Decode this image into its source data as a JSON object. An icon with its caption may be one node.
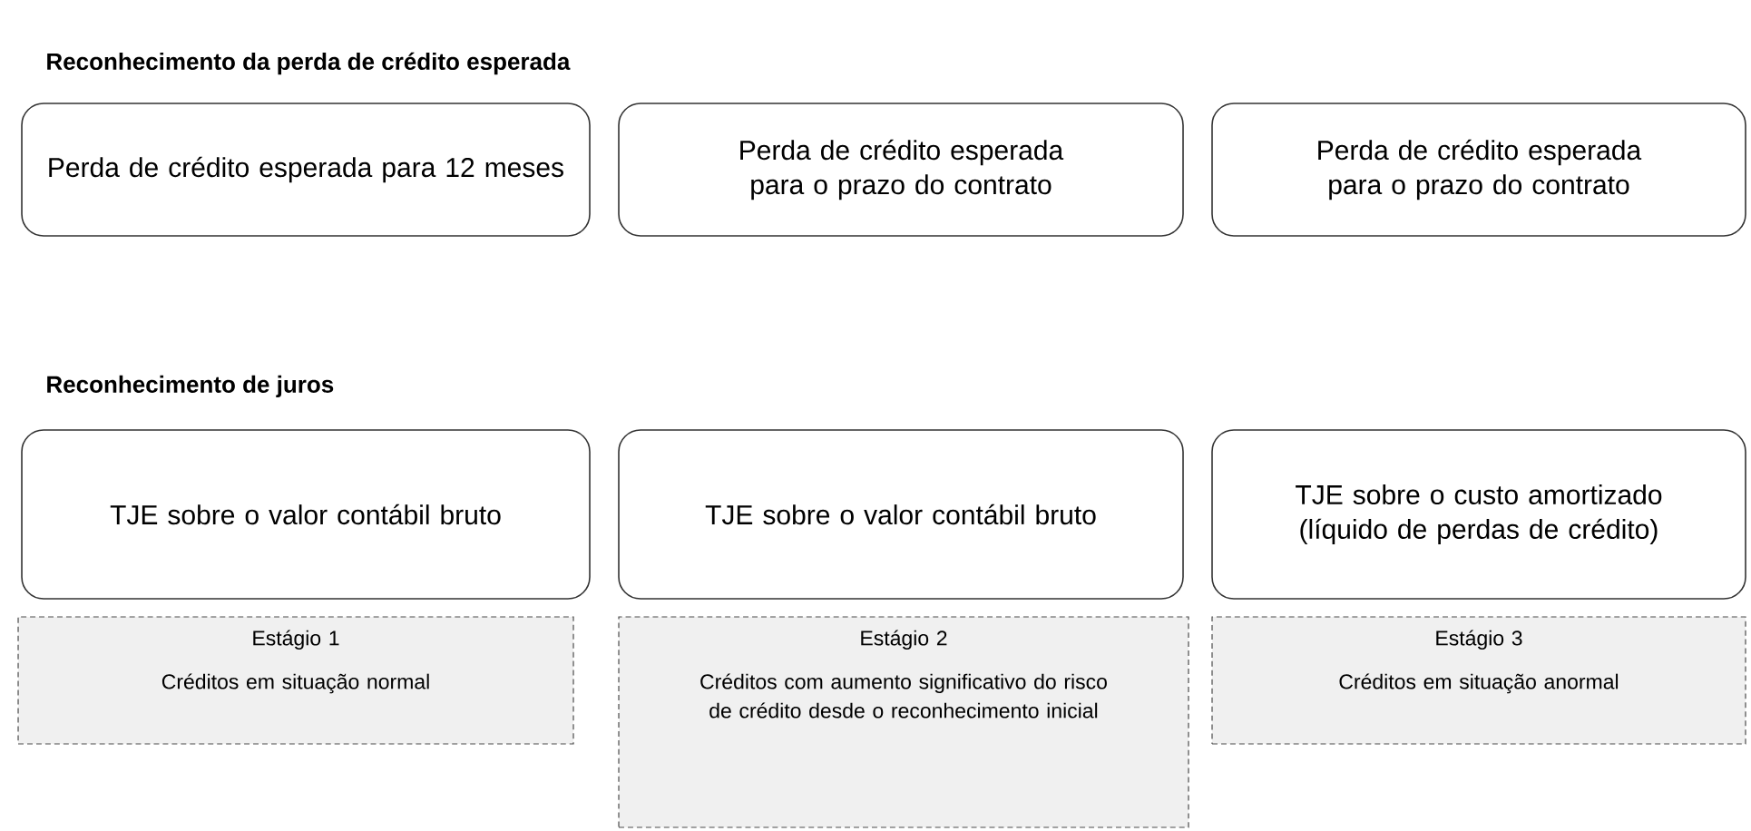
{
  "diagram": {
    "nodes": [
      {
        "text": [
          "Perda de crédito esperada para 12 meses"
        ]
      },
      {
        "text": [
          "Perda de crédito esperada para o prazo do contrato"
        ]
      },
      {
        "text": [
          "Perda de crédito esperada para o prazo do contrato"
        ]
      },
      {
        "text": [
          "TJE sobre o valor contábil bruto"
        ]
      },
      {
        "text": [
          "TJE sobre o valor contábil bruto"
        ]
      },
      {
        "text": [
          "TJE sobre o custo amortizado (líquido de perdas de crédito)"
        ]
      },
      {
        "text": [
          "Estágio 1",
          "Créditos em situação normal"
        ]
      },
      {
        "text": [
          "Estágio 2",
          "Créditos com aumento significativo do risco de crédito desde o reconhecimento inicial"
        ]
      },
      {
        "text": [
          "Estágio 3",
          "Créditos em situação anormal"
        ]
      }
    ],
    "labels": [
      "Reconhecimento da perda de crédito esperada",
      "Reconhecimento de juros"
    ]
  }
}
